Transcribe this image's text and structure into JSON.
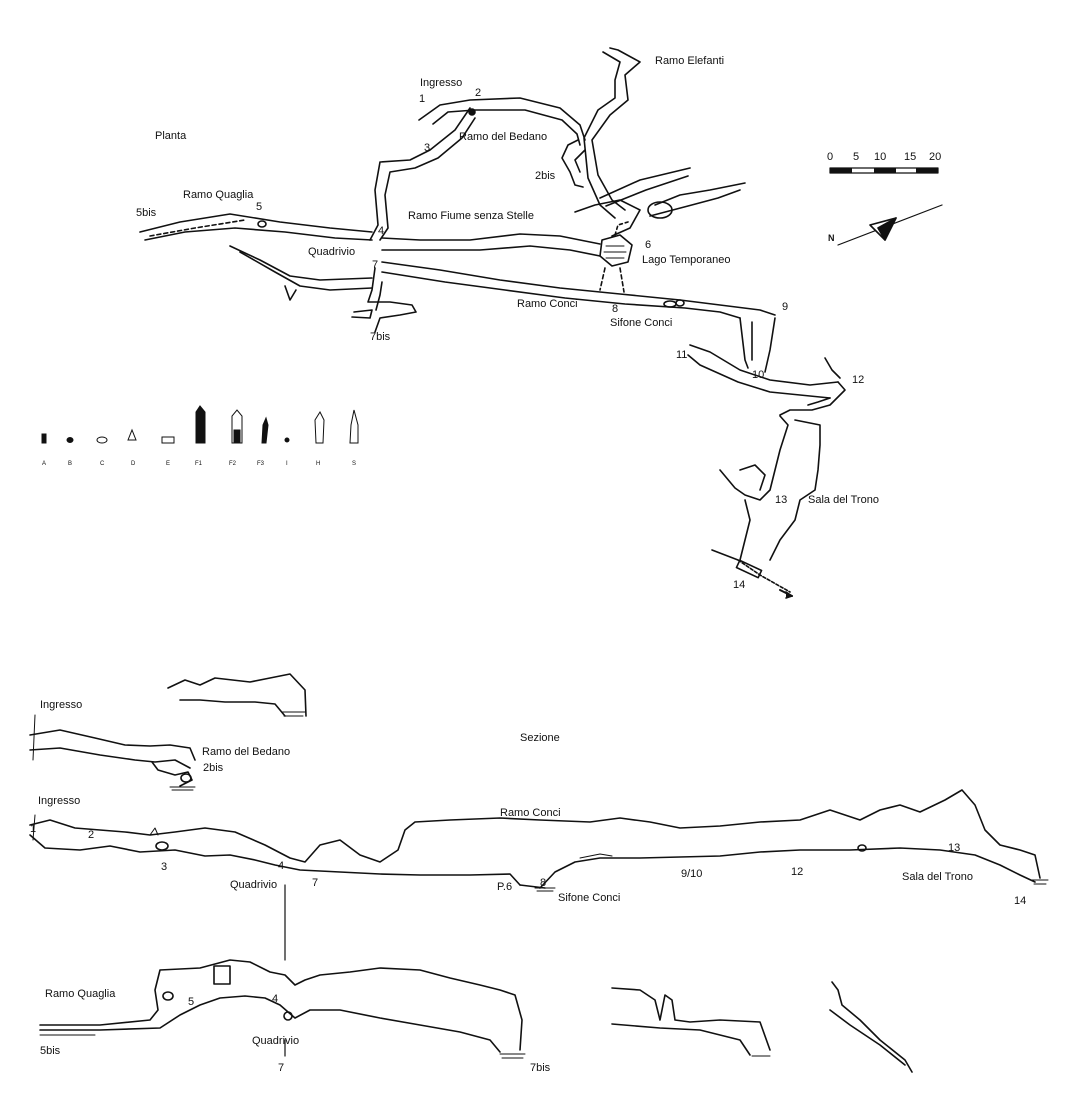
{
  "plan": {
    "title": "Planta",
    "labels": {
      "ingresso": "Ingresso",
      "ramo_elefanti": "Ramo Elefanti",
      "ramo_bedano": "Ramo del Bedano",
      "ramo_quaglia": "Ramo Quaglia",
      "ramo_fiume": "Ramo Fiume senza Stelle",
      "quadrivio": "Quadrivio",
      "lago": "Lago Temporaneo",
      "ramo_conci": "Ramo Conci",
      "sifone_conci": "Sifone Conci",
      "sala_trono": "Sala del Trono"
    },
    "stations": {
      "s1": "1",
      "s2": "2",
      "s3": "3",
      "s4": "4",
      "s5": "5",
      "s5bis": "5bis",
      "s2bis": "2bis",
      "s6": "6",
      "s7": "7",
      "s7bis": "7bis",
      "s8": "8",
      "s9": "9",
      "s10": "10",
      "s11": "11",
      "s12": "12",
      "s13": "13",
      "s14": "14"
    },
    "scale": {
      "ticks": [
        "0",
        "5",
        "10",
        "15",
        "20"
      ]
    },
    "north": "N"
  },
  "legend": {
    "letters": [
      "A",
      "B",
      "C",
      "D",
      "E",
      "F1",
      "F2",
      "F3",
      "I",
      "H",
      "S"
    ]
  },
  "section": {
    "title": "Sezione",
    "main": {
      "ingresso": "Ingresso",
      "ramo_conci": "Ramo Conci",
      "quadrivio": "Quadrivio",
      "p6": "P.6",
      "sifone": "Sifone Conci",
      "sala_trono": "Sala del Trono",
      "n1": "1",
      "n2": "2",
      "n3": "3",
      "n4": "4",
      "n7": "7",
      "n8": "8",
      "n910": "9/10",
      "n12": "12",
      "n13": "13",
      "n14": "14"
    },
    "bedano": {
      "ingresso": "Ingresso",
      "ramo_bedano": "Ramo del Bedano",
      "s2bis": "2bis"
    },
    "quaglia": {
      "ramo_quaglia": "Ramo Quaglia",
      "s5bis": "5bis",
      "quadrivio": "Quadrivio",
      "n5": "5",
      "n4": "4",
      "n7": "7",
      "n7bis": "7bis"
    }
  }
}
